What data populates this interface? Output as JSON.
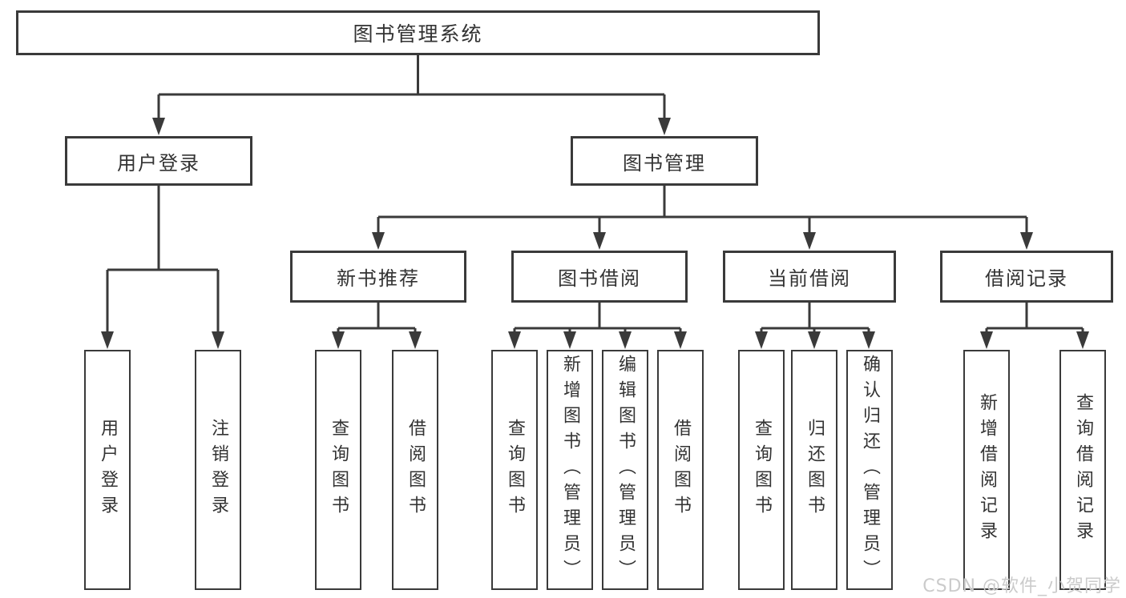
{
  "diagram": {
    "root": {
      "label": "图书管理系统"
    },
    "branches": [
      {
        "label": "用户登录",
        "children": [
          {
            "label": "用户登录"
          },
          {
            "label": "注销登录"
          }
        ]
      },
      {
        "label": "图书管理",
        "children": [
          {
            "label": "新书推荐",
            "children": [
              {
                "label": "查询图书"
              },
              {
                "label": "借阅图书"
              }
            ]
          },
          {
            "label": "图书借阅",
            "children": [
              {
                "label": "查询图书"
              },
              {
                "label": "新增图书（管理员）"
              },
              {
                "label": "编辑图书（管理员）"
              },
              {
                "label": "借阅图书"
              }
            ]
          },
          {
            "label": "当前借阅",
            "children": [
              {
                "label": "查询图书"
              },
              {
                "label": "归还图书"
              },
              {
                "label": "确认归还（管理员）"
              }
            ]
          },
          {
            "label": "借阅记录",
            "children": [
              {
                "label": "新增借阅记录"
              },
              {
                "label": "查询借阅记录"
              }
            ]
          }
        ]
      }
    ]
  },
  "colors": {
    "line": "#3a3a3a",
    "box_border": "#3a3a3a",
    "text": "#333333",
    "watermark": "#cbcbcb"
  },
  "watermark": {
    "text": "CSDN @软件_小贺同学"
  }
}
